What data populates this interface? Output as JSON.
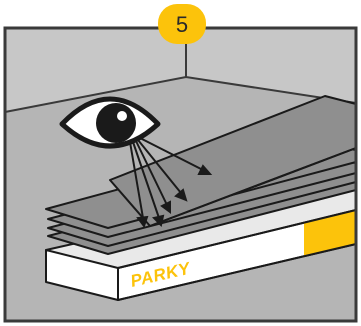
{
  "step": {
    "number": "5"
  },
  "product": {
    "brand": "PARKY"
  },
  "icons": {
    "eye": "eye-icon",
    "arrows": "sight-line-arrows"
  },
  "colors": {
    "frame": "#3a3a3a",
    "floor": "#b5b5b5",
    "wall": "#c7c7c7",
    "badge": "#fcc30b",
    "plank": "#8f8f8f",
    "plank_edge": "#1a1a1a",
    "box": "#ffffff",
    "box_stripe": "#fcc30b",
    "brand_text": "#fcc30b"
  }
}
